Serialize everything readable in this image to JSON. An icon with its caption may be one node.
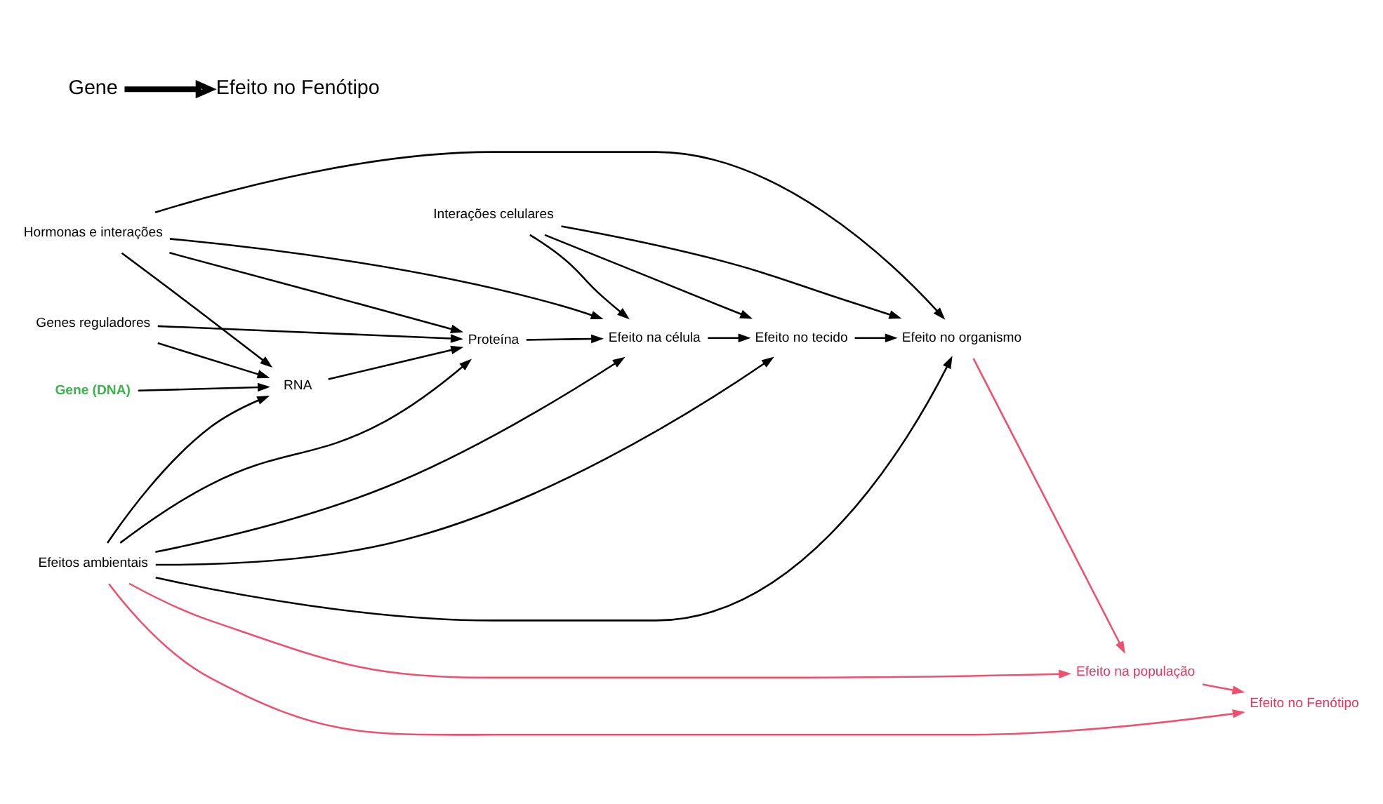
{
  "diagram": {
    "nodes": [
      {
        "text": [
          "Gene (DNA)"
        ]
      },
      {
        "text": [
          "RNA"
        ]
      },
      {
        "text": [
          "Proteína"
        ]
      },
      {
        "text": [
          "Efeito na célula"
        ]
      },
      {
        "text": [
          "Efeito no tecido"
        ]
      },
      {
        "text": [
          "Efeito no organismo"
        ]
      },
      {
        "text": [
          "Efeito na população"
        ]
      },
      {
        "text": [
          "Efeito no Fenótipo"
        ]
      },
      {
        "text": [
          "Genes reguladores"
        ]
      },
      {
        "text": [
          "Hormonas e interações"
        ]
      },
      {
        "text": [
          "Interações celulares"
        ]
      },
      {
        "text": [
          "Efeitos ambientais"
        ]
      },
      {
        "text": [
          "Gene"
        ]
      },
      {
        "text": [
          "Efeito no Fenótipo"
        ]
      }
    ],
    "edges": [
      {
        "from": 0,
        "to": 1,
        "arrow": "to"
      },
      {
        "from": 1,
        "to": 2,
        "arrow": "to"
      },
      {
        "from": 2,
        "to": 3,
        "arrow": "to"
      },
      {
        "from": 3,
        "to": 4,
        "arrow": "to"
      },
      {
        "from": 4,
        "to": 5,
        "arrow": "to"
      },
      {
        "from": 5,
        "to": 6,
        "arrow": "to",
        "color": "#f0506e"
      },
      {
        "from": 6,
        "to": 7,
        "arrow": "to",
        "color": "#f0506e"
      },
      {
        "from": 8,
        "to": 1,
        "arrow": "to"
      },
      {
        "from": 8,
        "to": 2,
        "arrow": "to"
      },
      {
        "from": 9,
        "to": 1,
        "arrow": "to"
      },
      {
        "from": 9,
        "to": 2,
        "arrow": "to"
      },
      {
        "from": 9,
        "to": 3,
        "arrow": "to"
      },
      {
        "from": 9,
        "to": 5,
        "arrow": "to"
      },
      {
        "from": 10,
        "to": 3,
        "arrow": "to"
      },
      {
        "from": 10,
        "to": 4,
        "arrow": "to"
      },
      {
        "from": 10,
        "to": 5,
        "arrow": "to"
      },
      {
        "from": 11,
        "to": 1,
        "arrow": "to"
      },
      {
        "from": 11,
        "to": 2,
        "arrow": "to"
      },
      {
        "from": 11,
        "to": 3,
        "arrow": "to"
      },
      {
        "from": 11,
        "to": 4,
        "arrow": "to"
      },
      {
        "from": 11,
        "to": 5,
        "arrow": "to"
      },
      {
        "from": 11,
        "to": 6,
        "arrow": "to",
        "color": "#f0506e"
      },
      {
        "from": 11,
        "to": 7,
        "arrow": "to",
        "color": "#f0506e"
      },
      {
        "from": 12,
        "to": 13,
        "arrow": "to",
        "style": "thick"
      }
    ]
  }
}
